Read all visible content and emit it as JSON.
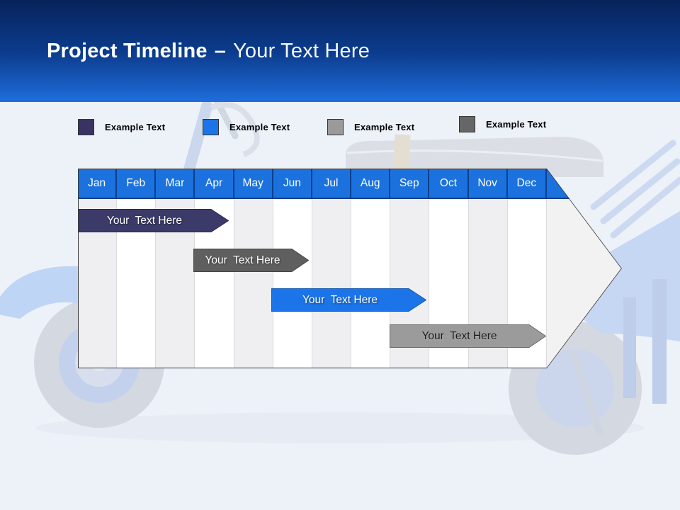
{
  "header": {
    "title_bold": "Project Timeline",
    "title_dash": "–",
    "title_rest": "Your Text Here"
  },
  "legend": {
    "items": [
      {
        "label": "Example Text",
        "color": "#373464"
      },
      {
        "label": "Example Text",
        "color": "#1b74e8"
      },
      {
        "label": "Example Text",
        "color": "#9a9a9a"
      },
      {
        "label": "Example Text",
        "color": "#666666"
      }
    ]
  },
  "timeline": {
    "months": [
      "Jan",
      "Feb",
      "Mar",
      "Apr",
      "May",
      "Jun",
      "Jul",
      "Aug",
      "Sep",
      "Oct",
      "Nov",
      "Dec"
    ],
    "header_color": "#1b72de",
    "stripe_colors": [
      "#efeff1",
      "#ffffff"
    ],
    "bars": [
      {
        "label": "Your  Text Here",
        "color": "#3c3a68",
        "text_color": "#ffffff",
        "start": "Jan",
        "end": "Apr"
      },
      {
        "label": "Your  Text Here",
        "color": "#5f5f5f",
        "text_color": "#ffffff",
        "start": "Apr",
        "end": "Jun"
      },
      {
        "label": "Your  Text Here",
        "color": "#1b74e8",
        "text_color": "#ffffff",
        "start": "Jun",
        "end": "Sep"
      },
      {
        "label": "Your  Text Here",
        "color": "#9b9b9b",
        "text_color": "#1a1a1a",
        "start": "Sep",
        "end": "Dec"
      }
    ]
  }
}
